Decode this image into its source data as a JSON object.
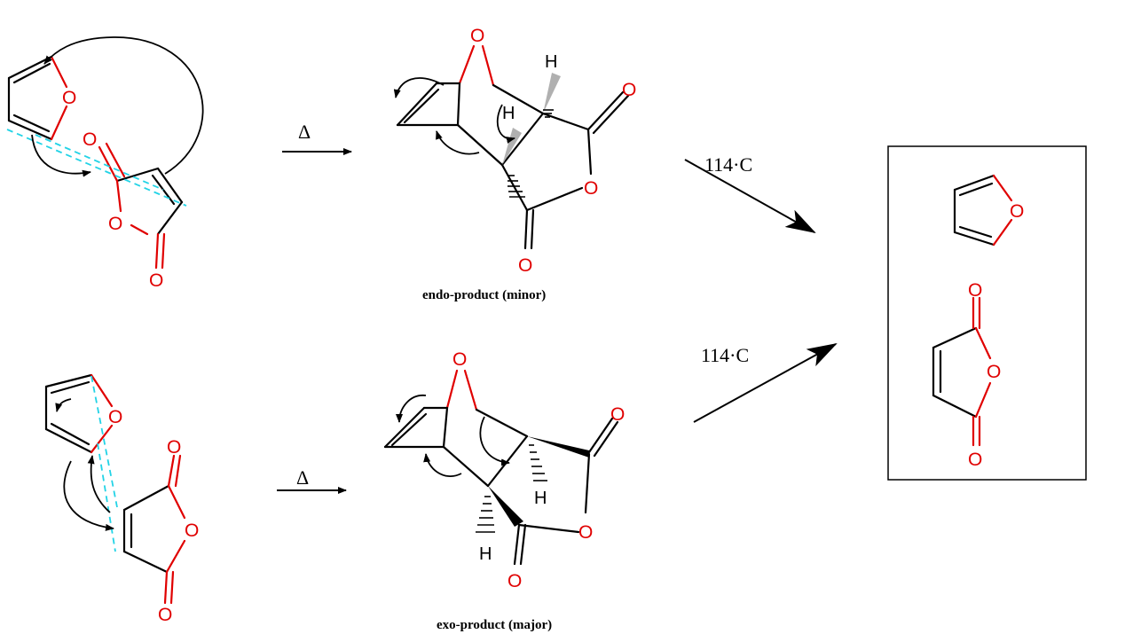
{
  "atoms": {
    "oxygen": "O",
    "hydrogen": "H"
  },
  "reaction": {
    "heat_symbol": "Δ",
    "temperature_top": "114·C",
    "temperature_bottom": "114·C"
  },
  "captions": {
    "endo": "endo-product (minor)",
    "exo": "exo-product (major)"
  },
  "colors": {
    "bond": "#000000",
    "heteroatom": "#e00000",
    "forming_bond": "#22d3e6"
  }
}
